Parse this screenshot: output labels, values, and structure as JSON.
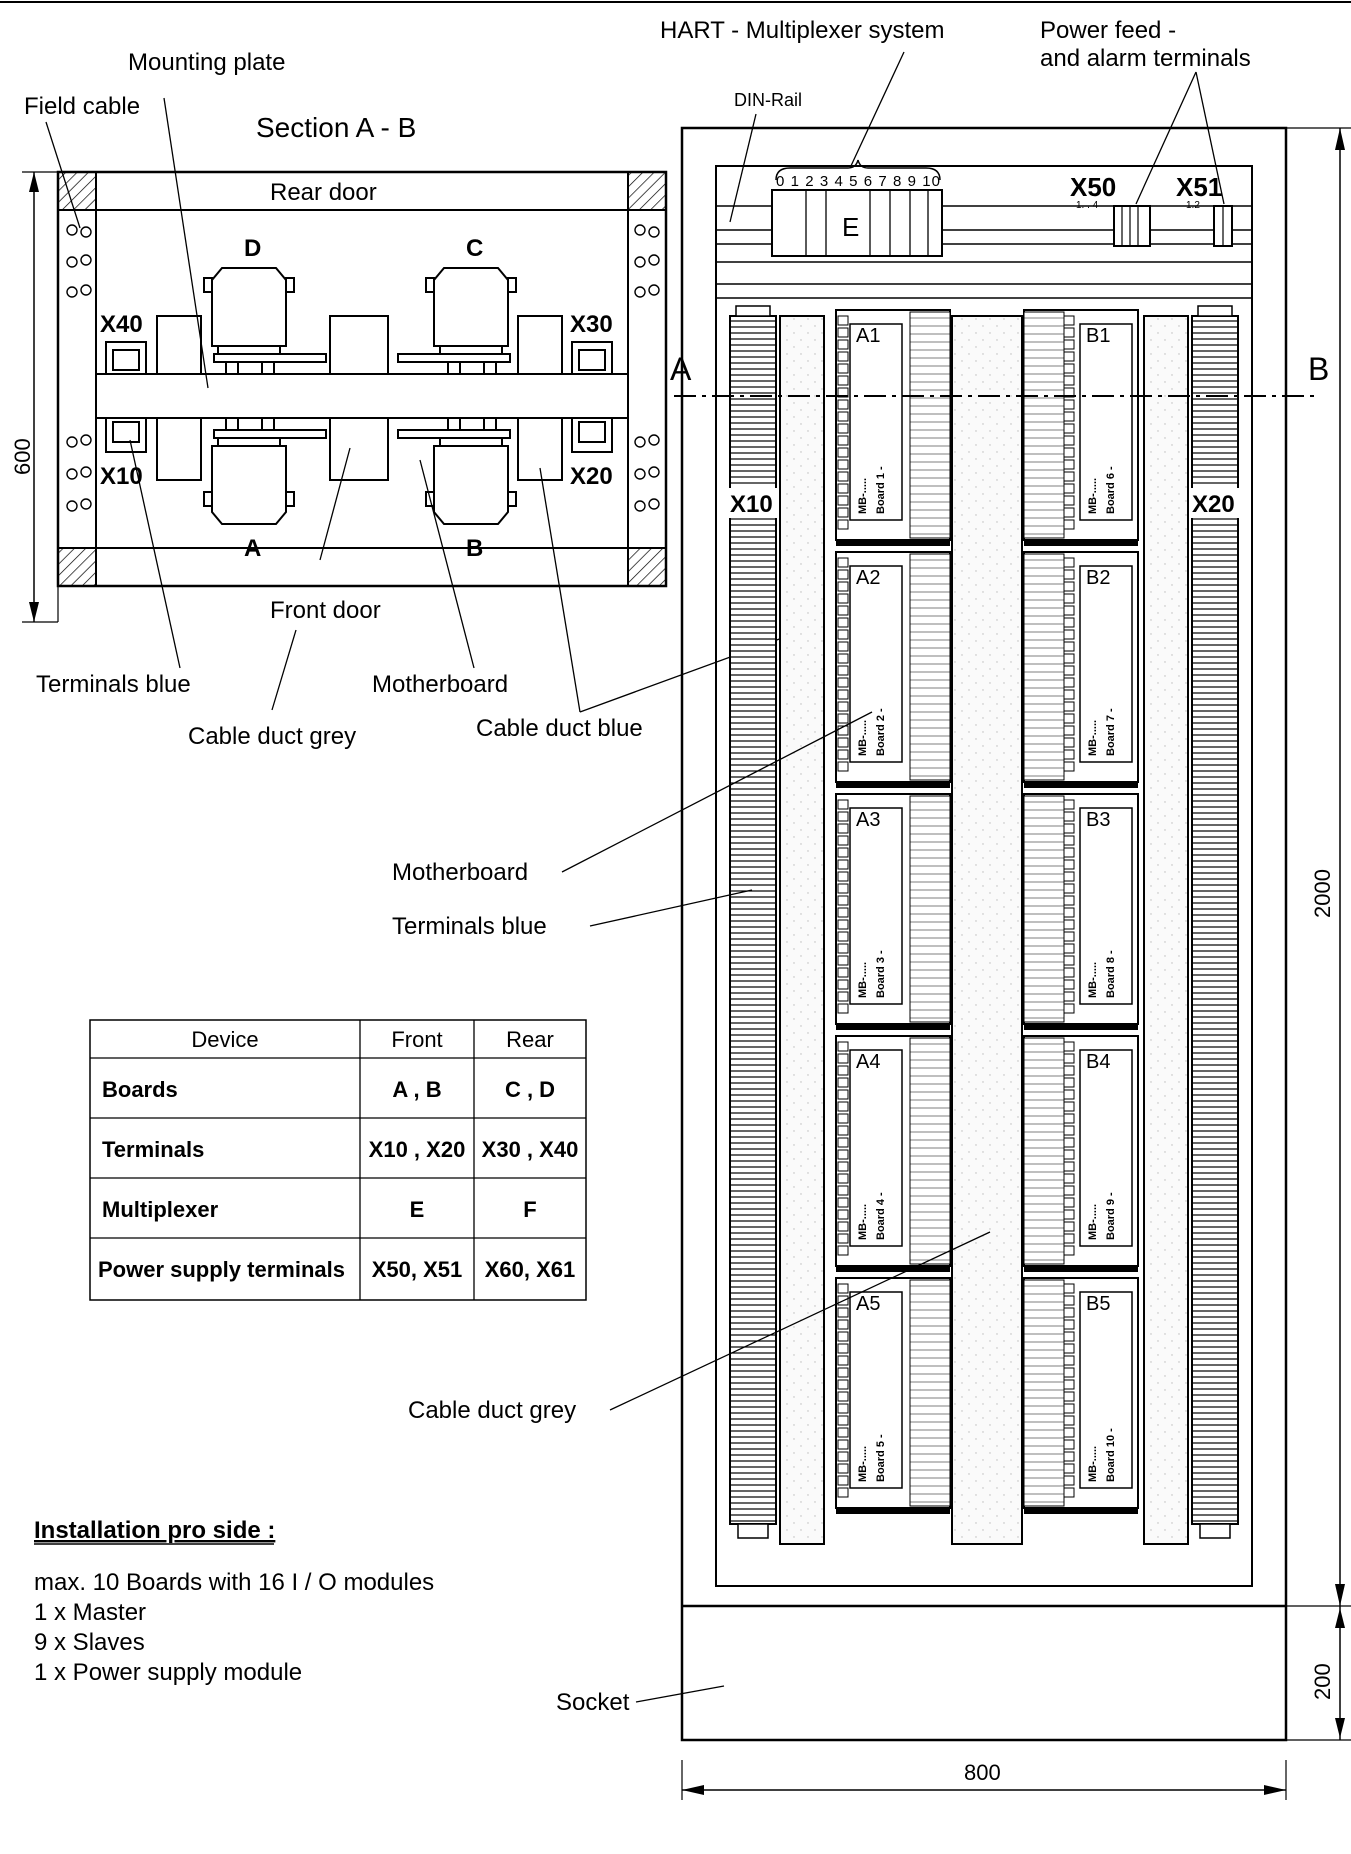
{
  "section": {
    "title": "Section A - B",
    "rear_door": "Rear door",
    "front_door": "Front door",
    "dim_600": "600",
    "boards": {
      "a": "A",
      "b": "B",
      "c": "C",
      "d": "D"
    },
    "terminals": {
      "x10": "X10",
      "x20": "X20",
      "x30": "X30",
      "x40": "X40"
    }
  },
  "callouts": {
    "mounting_plate": "Mounting plate",
    "field_cable": "Field cable",
    "terminals_blue_top": "Terminals blue",
    "motherboard_top": "Motherboard",
    "cable_duct_grey_top": "Cable duct grey",
    "cable_duct_blue": "Cable duct blue",
    "hart_mux": "HART - Multiplexer system",
    "power_feed_1": "Power feed -",
    "power_feed_2": "and alarm terminals",
    "din_rail": "DIN-Rail",
    "motherboard_mid": "Motherboard",
    "terminals_blue_mid": "Terminals blue",
    "cable_duct_grey_mid": "Cable duct grey",
    "socket": "Socket"
  },
  "cabinet": {
    "cut_a": "A",
    "cut_b": "B",
    "mux_label": "E",
    "mux_numbers": "0 1 2 3 4 5 6 7 8 9 10",
    "x50": "X50",
    "x50_sub": "1. . 4",
    "x51": "X51",
    "x51_sub": "1.2",
    "x10": "X10",
    "x20": "X20",
    "dim_2000": "2000",
    "dim_200": "200",
    "dim_800": "800",
    "left_boards": [
      "A1",
      "A2",
      "A3",
      "A4",
      "A5"
    ],
    "right_boards": [
      "B1",
      "B2",
      "B3",
      "B4",
      "B5"
    ],
    "left_board_names": [
      "Board 1 -",
      "Board 2 -",
      "Board 3 -",
      "Board 4 -",
      "Board 5 -"
    ],
    "right_board_names": [
      "Board 6 -",
      "Board 7 -",
      "Board 8 -",
      "Board 9 -",
      "Board 10 -"
    ],
    "mb_label": "MB-....."
  },
  "table": {
    "headers": [
      "Device",
      "Front",
      "Rear"
    ],
    "rows": [
      [
        "Boards",
        "A , B",
        "C , D"
      ],
      [
        "Terminals",
        "X10 , X20",
        "X30 , X40"
      ],
      [
        "Multiplexer",
        "E",
        "F"
      ],
      [
        "Power supply terminals",
        "X50, X51",
        "X60, X61"
      ]
    ]
  },
  "installation": {
    "heading": "Installation pro side :",
    "lines": [
      "max. 10 Boards with 16 I / O modules",
      "1 x Master",
      "9 x Slaves",
      "1 x Power supply module"
    ]
  }
}
